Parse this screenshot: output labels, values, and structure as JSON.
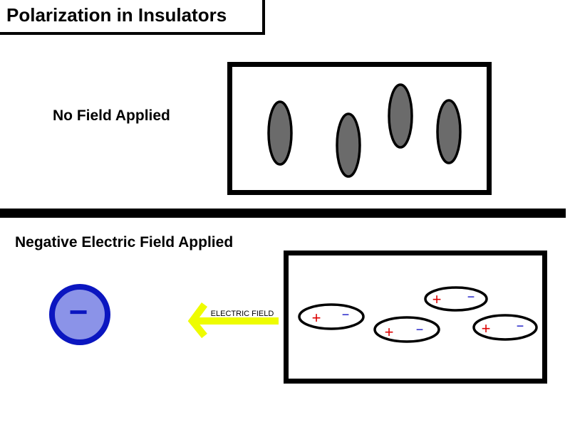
{
  "title": "Polarization in Insulators",
  "panels": {
    "no_field": {
      "label": "No Field Applied"
    },
    "negative_field": {
      "label": "Negative Electric Field Applied",
      "source_charge_sign": "−",
      "arrow_label": "ELECTRIC FIELD",
      "positive_sign": "+",
      "negative_sign": "−"
    }
  },
  "colors": {
    "molecule_fill": "#6b6b6b",
    "source_fill": "#8b93e8",
    "source_ring": "#0b16c0",
    "source_sign": "#0b16c0",
    "arrow": "#eefc00",
    "plus_sign": "#dd0000",
    "minus_sign": "#0000c0",
    "frame": "#000000"
  }
}
